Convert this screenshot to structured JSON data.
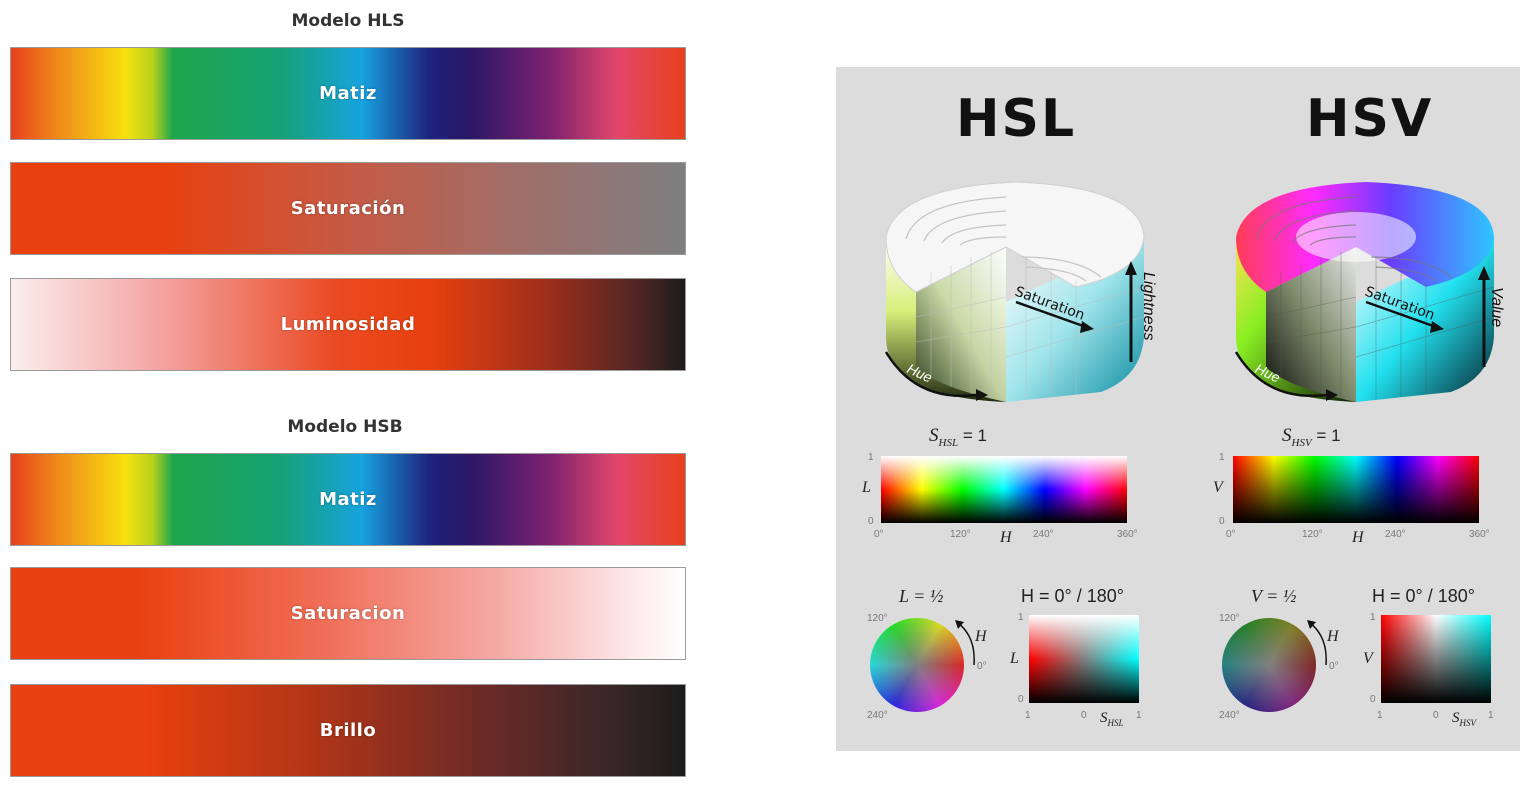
{
  "hls": {
    "heading": "Modelo HLS",
    "bars": [
      "Matiz",
      "Saturación",
      "Luminosidad"
    ]
  },
  "hsb": {
    "heading": "Modelo HSB",
    "bars": [
      "Matiz",
      "Saturacion",
      "Brillo"
    ]
  },
  "panel": {
    "hsl": {
      "title": "HSL",
      "cylinder_labels": {
        "hue": "Hue",
        "saturation": "Saturation",
        "axis": "Lightness"
      },
      "slice_label": "S",
      "slice_sub": "HSL",
      "slice_value": "= 1",
      "y_axis": "L",
      "y_ticks": [
        "1",
        "0"
      ],
      "x_ticks": [
        "0°",
        "120°",
        "240°",
        "360°"
      ],
      "x_axis": "H",
      "wheel_label": "L = ½",
      "wheel_ticks": [
        "120°",
        "0°",
        "240°"
      ],
      "wheel_arrow": "H",
      "square_label": "H = 0° / 180°",
      "square_y_axis": "L",
      "square_y_ticks": [
        "1",
        "0"
      ],
      "square_x_ticks": [
        "1",
        "0",
        "1"
      ],
      "square_x_axis": "S",
      "square_x_sub": "HSL"
    },
    "hsv": {
      "title": "HSV",
      "cylinder_labels": {
        "hue": "Hue",
        "saturation": "Saturation",
        "axis": "Value"
      },
      "slice_label": "S",
      "slice_sub": "HSV",
      "slice_value": "= 1",
      "y_axis": "V",
      "y_ticks": [
        "1",
        "0"
      ],
      "x_ticks": [
        "0°",
        "120°",
        "240°",
        "360°"
      ],
      "x_axis": "H",
      "wheel_label": "V = ½",
      "wheel_ticks": [
        "120°",
        "0°",
        "240°"
      ],
      "wheel_arrow": "H",
      "square_label": "H = 0° / 180°",
      "square_y_axis": "V",
      "square_y_ticks": [
        "1",
        "0"
      ],
      "square_x_ticks": [
        "1",
        "0",
        "1"
      ],
      "square_x_axis": "S",
      "square_x_sub": "HSV"
    }
  }
}
